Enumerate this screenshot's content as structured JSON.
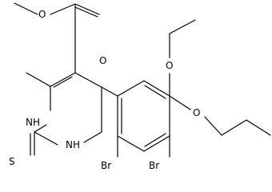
{
  "structure": {
    "atoms": {
      "o_ether_ester": "O",
      "o_carbonyl": "O",
      "o_ethoxy": "O",
      "o_propoxy": "O",
      "nh_upper": "NH",
      "nh_lower": "NH",
      "s_thione": "S",
      "br_left": "Br",
      "br_right": "Br"
    },
    "colors": {
      "bond": "#000000",
      "text": "#000000",
      "background": "#ffffff"
    }
  }
}
